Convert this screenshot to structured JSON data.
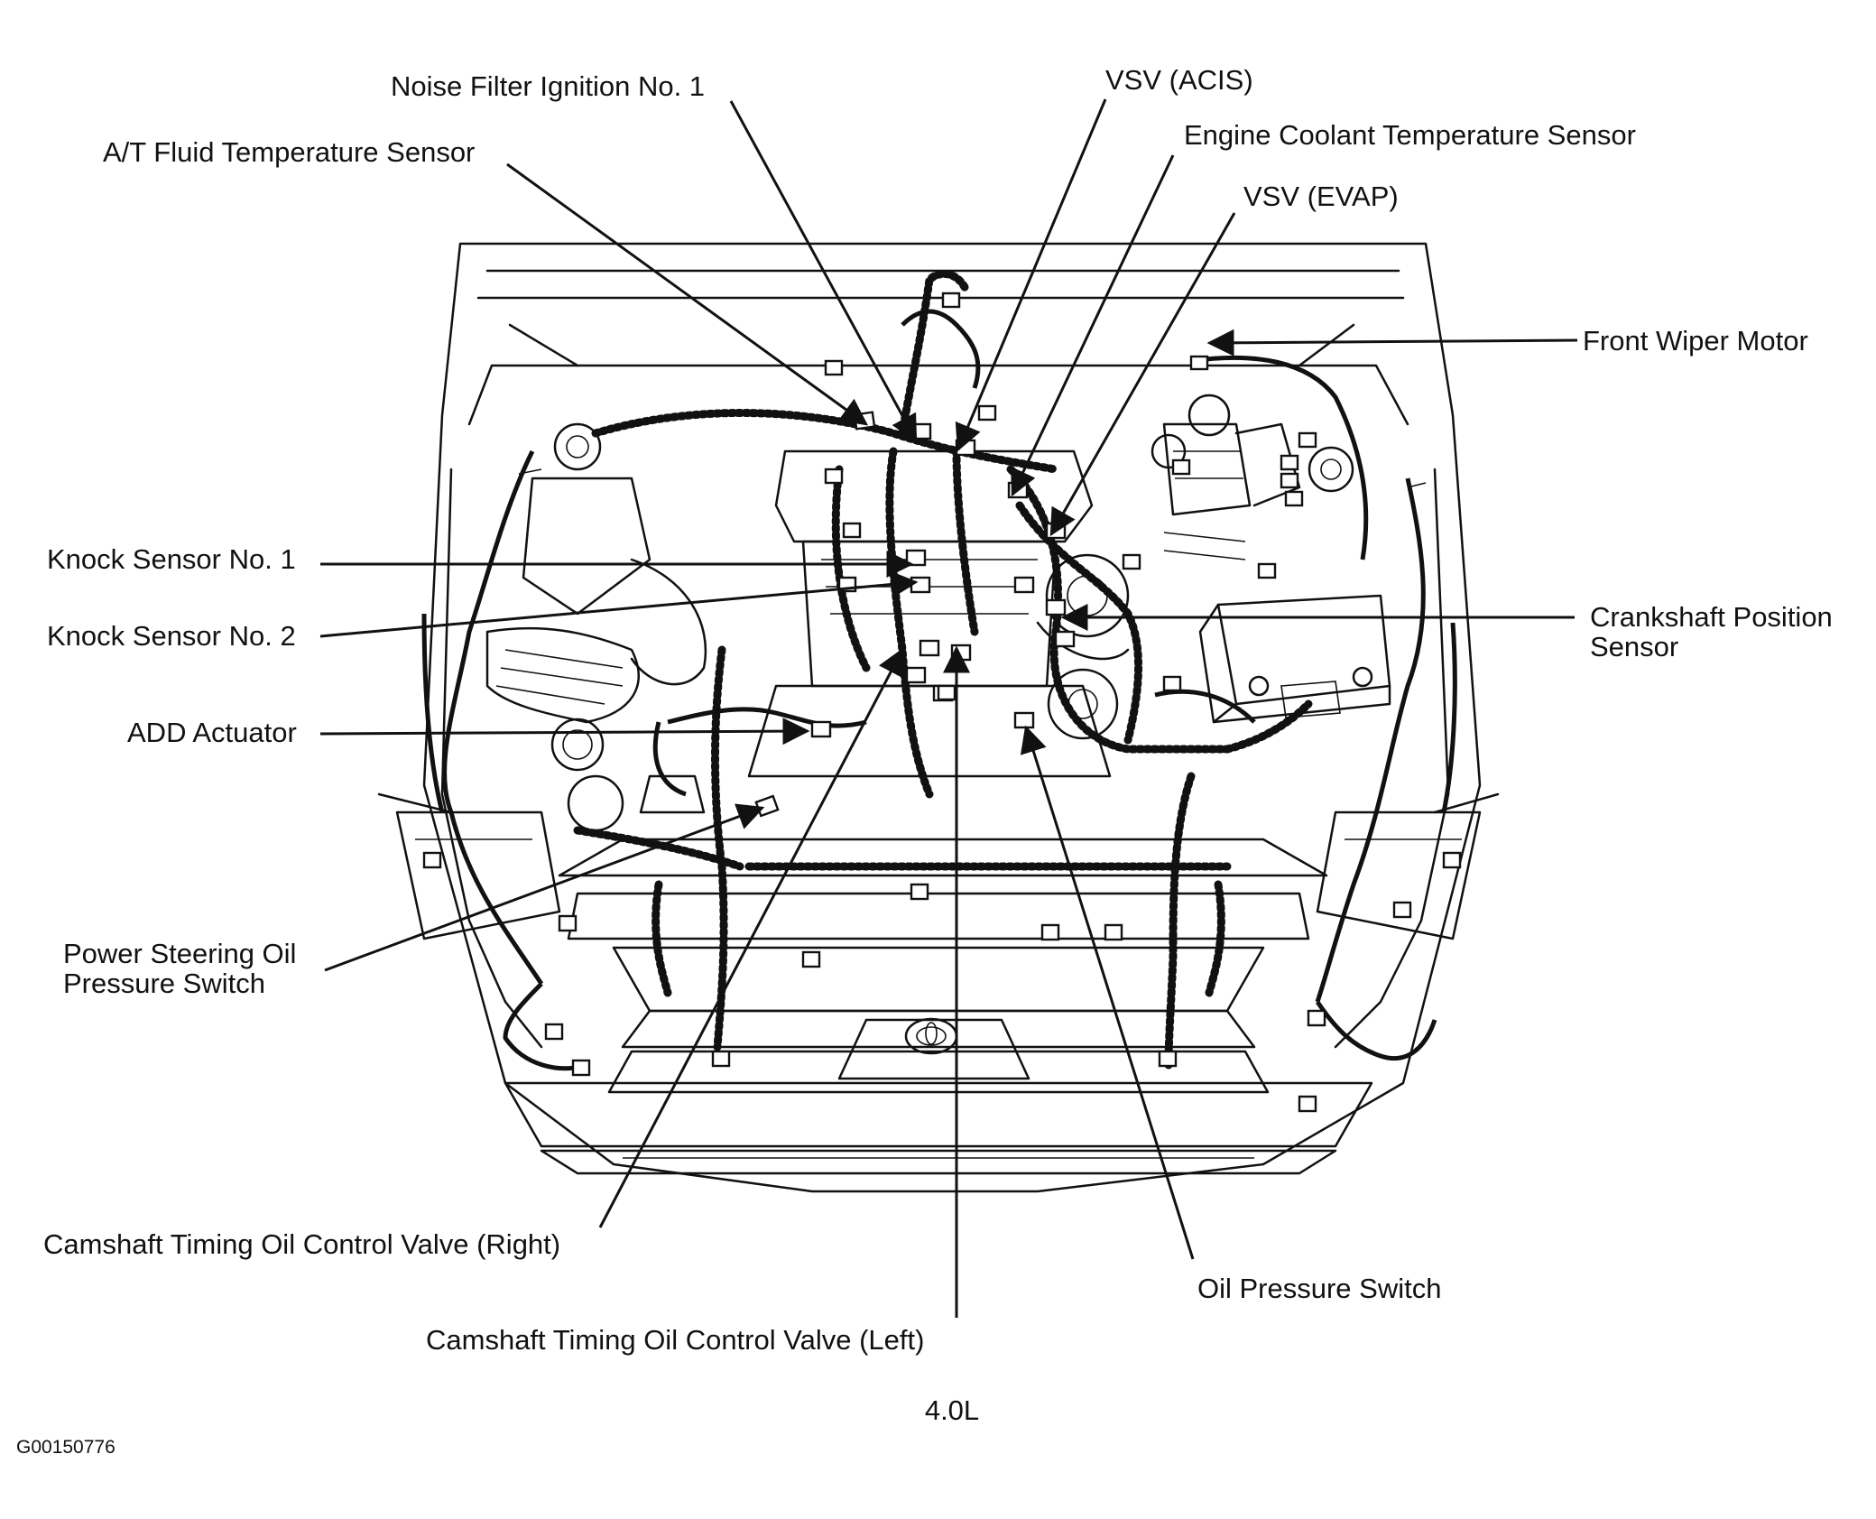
{
  "labels": {
    "noise_filter": "Noise Filter Ignition No. 1",
    "vsv_acis": "VSV (ACIS)",
    "at_fluid": "A/T Fluid Temperature Sensor",
    "coolant": "Engine Coolant Temperature Sensor",
    "vsv_evap": "VSV (EVAP)",
    "front_wiper": "Front Wiper Motor",
    "knock1": "Knock Sensor No. 1",
    "knock2": "Knock Sensor No. 2",
    "crank": "Crankshaft Position\nSensor",
    "add_actuator": "ADD Actuator",
    "ps_switch": "Power Steering Oil\nPressure Switch",
    "cam_right": "Camshaft Timing Oil Control Valve (Right)",
    "oil_pressure": "Oil Pressure Switch",
    "cam_left": "Camshaft Timing Oil Control Valve (Left)"
  },
  "caption": "4.0L",
  "figure_code": "G00150776",
  "colors": {
    "ink": "#111111",
    "paper": "#ffffff"
  }
}
